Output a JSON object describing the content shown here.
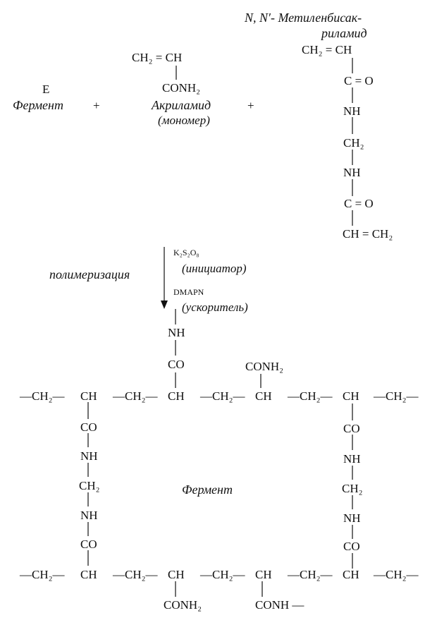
{
  "labels": {
    "enzyme_symbol": "E",
    "enzyme": "Фермент",
    "plus": "+",
    "acrylamide_name": "Акриламид",
    "acrylamide_role": "(мономер)",
    "bis_name_line1": "N, N′- Метиленбисак-",
    "bis_name_line2": "риламид",
    "polymerization": "полимеризация",
    "initiator_formula": "K₂S₂O₈",
    "initiator": "(инициатор)",
    "accelerator_formula": "DMAPN",
    "accelerator": "(ускоритель)",
    "center_enzyme": "Фермент"
  },
  "groups": {
    "ch2_eq_ch": "CH₂ = CH",
    "conh2": "CONH₂",
    "c_eq_o": "C = O",
    "nh": "NH",
    "ch2": "CH₂",
    "ch_eq_ch2": "CH = CH₂",
    "co": "CO",
    "conh_end": "CONH —"
  },
  "chain_top": [
    "—CH₂—",
    "CH",
    "—CH₂—",
    "CH",
    "—CH₂—",
    "CH",
    "—CH₂—",
    "CH",
    "—CH₂—"
  ],
  "chain_bottom": [
    "—CH₂—",
    "CH",
    "—CH₂—",
    "CH",
    "—CH₂—",
    "CH",
    "—CH₂—",
    "CH",
    "—CH₂—"
  ]
}
